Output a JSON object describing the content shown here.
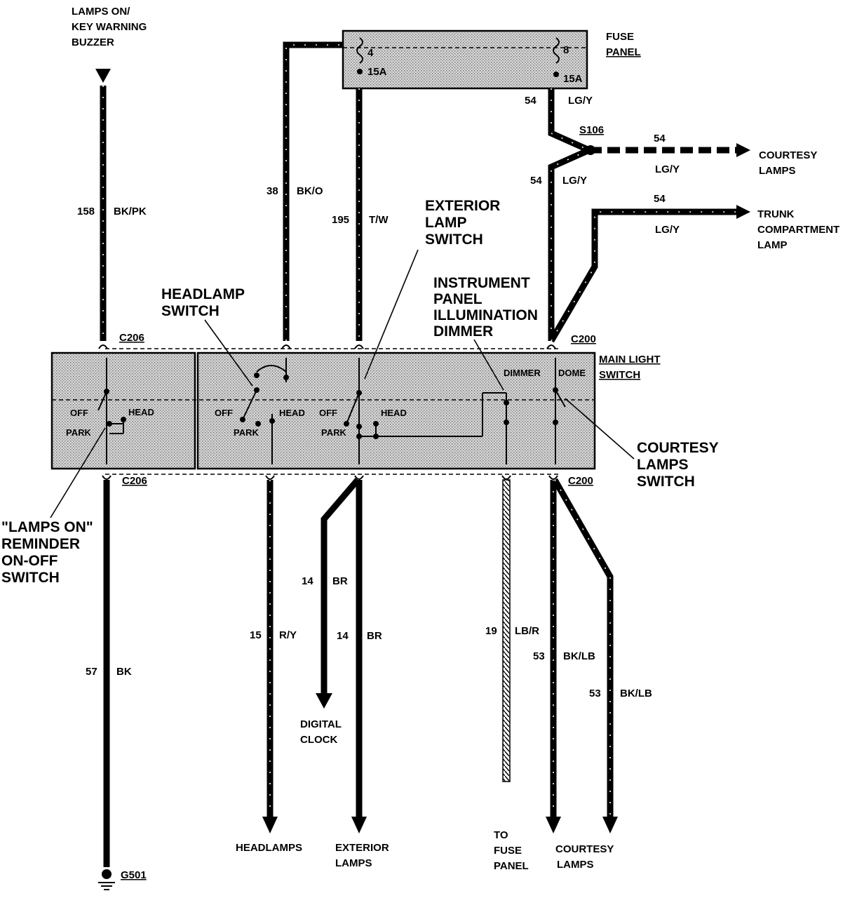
{
  "top_labels": {
    "lamps_on_buzzer": [
      "LAMPS ON/",
      "KEY WARNING",
      "BUZZER"
    ],
    "fuse_panel": [
      "FUSE",
      "PANEL"
    ],
    "fuse_left_num": "4",
    "fuse_left_amp": "15A",
    "fuse_right_num": "8",
    "fuse_right_amp": "15A",
    "splice": "S106",
    "courtesy_lamps_top": [
      "COURTESY",
      "LAMPS"
    ],
    "trunk_lamp": [
      "TRUNK",
      "COMPARTMENT",
      "LAMP"
    ]
  },
  "callouts": {
    "exterior_lamp_switch": [
      "EXTERIOR",
      "LAMP",
      "SWITCH"
    ],
    "headlamp_switch": [
      "HEADLAMP",
      "SWITCH"
    ],
    "ip_dimmer": [
      "INSTRUMENT",
      "PANEL",
      "ILLUMINATION",
      "DIMMER"
    ],
    "courtesy_lamps_switch": [
      "COURTESY",
      "LAMPS",
      "SWITCH"
    ],
    "lamps_on_reminder": [
      "\"LAMPS ON\"",
      "REMINDER",
      "ON-OFF",
      "SWITCH"
    ],
    "main_light_switch": [
      "MAIN LIGHT",
      "SWITCH"
    ]
  },
  "connectors": {
    "c206_top": "C206",
    "c206_bottom": "C206",
    "c200_top": "C200",
    "c200_bottom": "C200",
    "ground": "G501"
  },
  "switch_labels": {
    "off1": "OFF",
    "park1": "PARK",
    "head1": "HEAD",
    "off2": "OFF",
    "park2": "PARK",
    "head2": "HEAD",
    "off3": "OFF",
    "park3": "PARK",
    "head3": "HEAD",
    "dimmer": "DIMMER",
    "dome": "DOME"
  },
  "wires": {
    "w158": {
      "num": "158",
      "color": "BK/PK"
    },
    "w38": {
      "num": "38",
      "color": "BK/O"
    },
    "w195": {
      "num": "195",
      "color": "T/W"
    },
    "w54a": {
      "num": "54",
      "color": "LG/Y"
    },
    "w54b": {
      "num": "54",
      "color": "LG/Y"
    },
    "w54c": {
      "num": "54",
      "color": "LG/Y"
    },
    "w54d": {
      "num": "54",
      "color": "LG/Y"
    },
    "w57": {
      "num": "57",
      "color": "BK"
    },
    "w15": {
      "num": "15",
      "color": "R/Y"
    },
    "w14a": {
      "num": "14",
      "color": "BR"
    },
    "w14b": {
      "num": "14",
      "color": "BR"
    },
    "w19": {
      "num": "19",
      "color": "LB/R"
    },
    "w53a": {
      "num": "53",
      "color": "BK/LB"
    },
    "w53b": {
      "num": "53",
      "color": "BK/LB"
    }
  },
  "bottom_labels": {
    "headlamps": "HEADLAMPS",
    "exterior_lamps": [
      "EXTERIOR",
      "LAMPS"
    ],
    "digital_clock": [
      "DIGITAL",
      "CLOCK"
    ],
    "to_fuse_panel": [
      "TO",
      "FUSE",
      "PANEL"
    ],
    "courtesy_lamps_bottom": [
      "COURTESY",
      "LAMPS"
    ]
  },
  "colors": {
    "ink": "#000000",
    "shade": "#bdbdbd",
    "paper": "#ffffff"
  }
}
